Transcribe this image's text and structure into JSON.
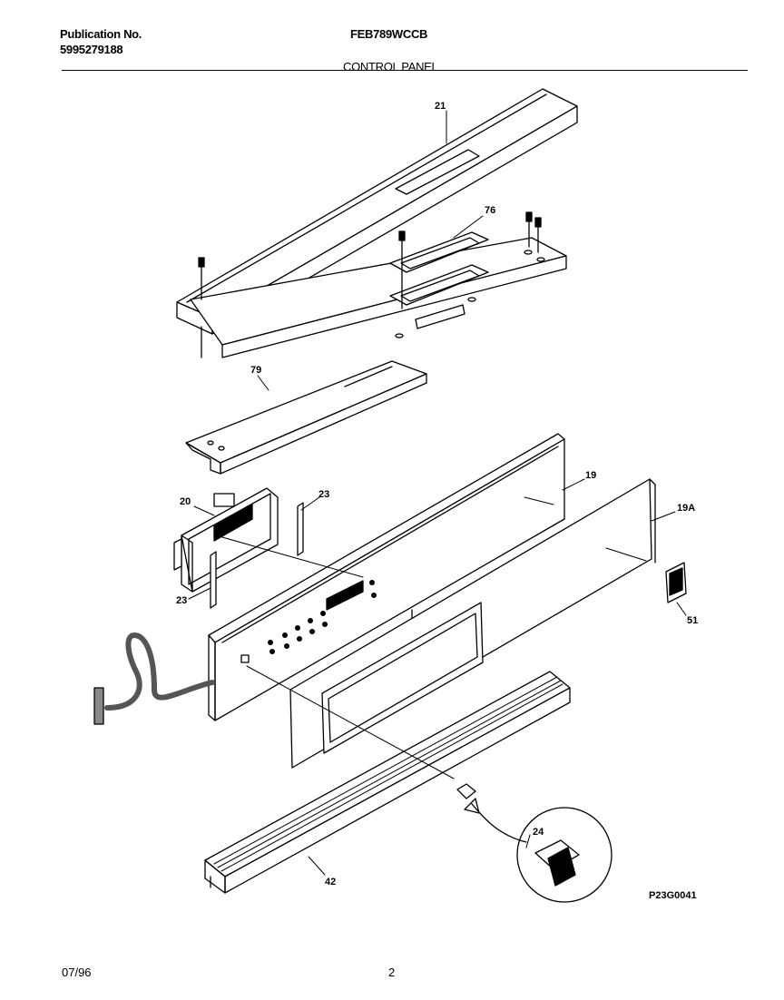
{
  "header": {
    "pub_label": "Publication No.",
    "pub_number": "5995279188",
    "model": "FEB789WCCB",
    "section": "CONTROL PANEL"
  },
  "callouts": {
    "c21": "21",
    "c76": "76",
    "c79": "79",
    "c19": "19",
    "c19a": "19A",
    "c20": "20",
    "c23a": "23",
    "c23b": "23",
    "c51": "51",
    "c24": "24",
    "c42": "42"
  },
  "drawing_code": "P23G0041",
  "footer": {
    "date": "07/96",
    "page": "2"
  }
}
